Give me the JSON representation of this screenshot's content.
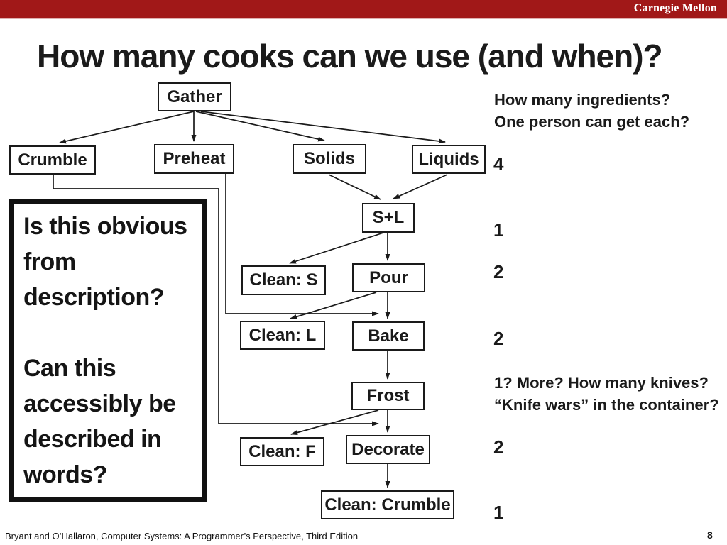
{
  "header": {
    "brand": "Carnegie Mellon",
    "bar_color": "#a11818"
  },
  "title": "How many cooks can we use (and when)?",
  "flowchart": {
    "nodes": [
      {
        "id": "gather",
        "label": "Gather"
      },
      {
        "id": "crumble",
        "label": "Crumble"
      },
      {
        "id": "preheat",
        "label": "Preheat"
      },
      {
        "id": "solids",
        "label": "Solids"
      },
      {
        "id": "liquids",
        "label": "Liquids"
      },
      {
        "id": "s-plus-l",
        "label": "S+L"
      },
      {
        "id": "clean-s",
        "label": "Clean: S"
      },
      {
        "id": "pour",
        "label": "Pour"
      },
      {
        "id": "clean-l",
        "label": "Clean: L"
      },
      {
        "id": "bake",
        "label": "Bake"
      },
      {
        "id": "frost",
        "label": "Frost"
      },
      {
        "id": "clean-f",
        "label": "Clean: F"
      },
      {
        "id": "decorate",
        "label": "Decorate"
      },
      {
        "id": "clean-crumble",
        "label": "Clean: Crumble"
      }
    ],
    "edges": [
      "gather->crumble",
      "gather->preheat",
      "gather->solids",
      "gather->liquids",
      "solids->s-plus-l",
      "liquids->s-plus-l",
      "s-plus-l->clean-s",
      "s-plus-l->pour",
      "pour->clean-l",
      "pour->bake",
      "preheat->bake",
      "crumble->decorate",
      "bake->frost",
      "frost->clean-f",
      "frost->decorate",
      "decorate->clean-crumble"
    ]
  },
  "annotations": {
    "ingredients_note": "How many ingredients?\nOne person can get each?",
    "knife_note": "1? More? How many knives?\n“Knife wars” in the container?",
    "counts": [
      "4",
      "1",
      "2",
      "2",
      "2",
      "1"
    ]
  },
  "question_box": {
    "text": "Is this obvious\nfrom\ndescription?\n\nCan this\naccessibly be\ndescribed in\nwords?"
  },
  "footer": {
    "citation": "Bryant and O’Hallaron, Computer Systems: A Programmer’s Perspective, Third Edition",
    "page_number": "8"
  }
}
